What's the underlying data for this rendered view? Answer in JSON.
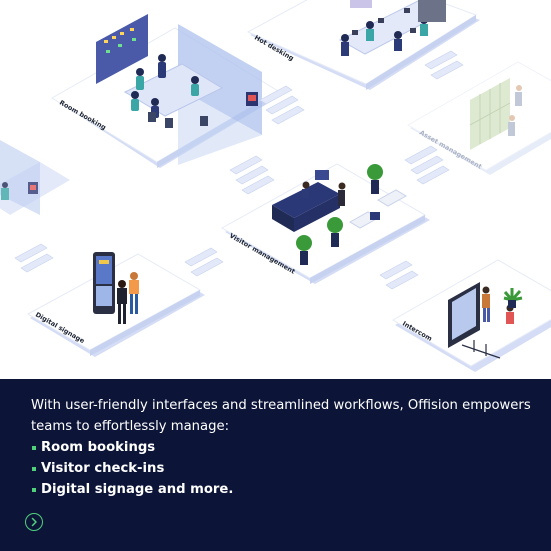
{
  "illustration": {
    "zones": {
      "room_booking": "Room booking",
      "hot_desking": "Hot desking",
      "asset_management": "Asset management",
      "visitor_management": "Visitor management",
      "digital_signage": "Digital signage",
      "intercom": "Intercom"
    }
  },
  "panel": {
    "intro": "With user-friendly interfaces and streamlined workflows, Offision empowers teams to effortlessly manage:",
    "features": [
      "Room bookings",
      "Visitor check-ins",
      "Digital signage and more."
    ],
    "next_icon": "chevron-right-circle-icon"
  },
  "colors": {
    "panel_bg": "#0c1538",
    "accent": "#4fd17c",
    "floor": "#dde4f7",
    "glass": "#aec2ee"
  }
}
